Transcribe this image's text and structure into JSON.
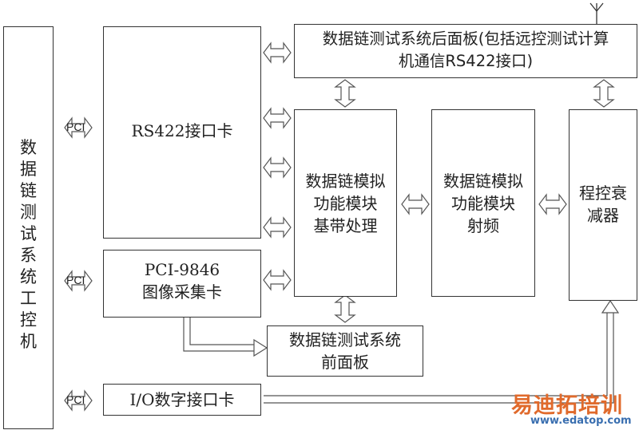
{
  "nodes": {
    "ipc": "数据链测试系统工控机",
    "rs422": "RS422接口卡",
    "pci9846": [
      "PCI-9846",
      "图像采集卡"
    ],
    "io": "I/O数字接口卡",
    "back_panel": [
      "数据链测试系统后面板(包括远控测试计算",
      "机通信RS422接口)"
    ],
    "baseband": [
      "数据链模拟",
      "功能模块",
      "基带处理"
    ],
    "rf": [
      "数据链模拟",
      "功能模块",
      "射频"
    ],
    "atten": [
      "程控衰",
      "减器"
    ],
    "front_panel": [
      "数据链测试系统",
      "前面板"
    ]
  },
  "bus_labels": [
    "PCI",
    "PCI",
    "PCI"
  ],
  "watermark": {
    "brand": "易迪拓培训",
    "url": "www.edatop.com"
  }
}
